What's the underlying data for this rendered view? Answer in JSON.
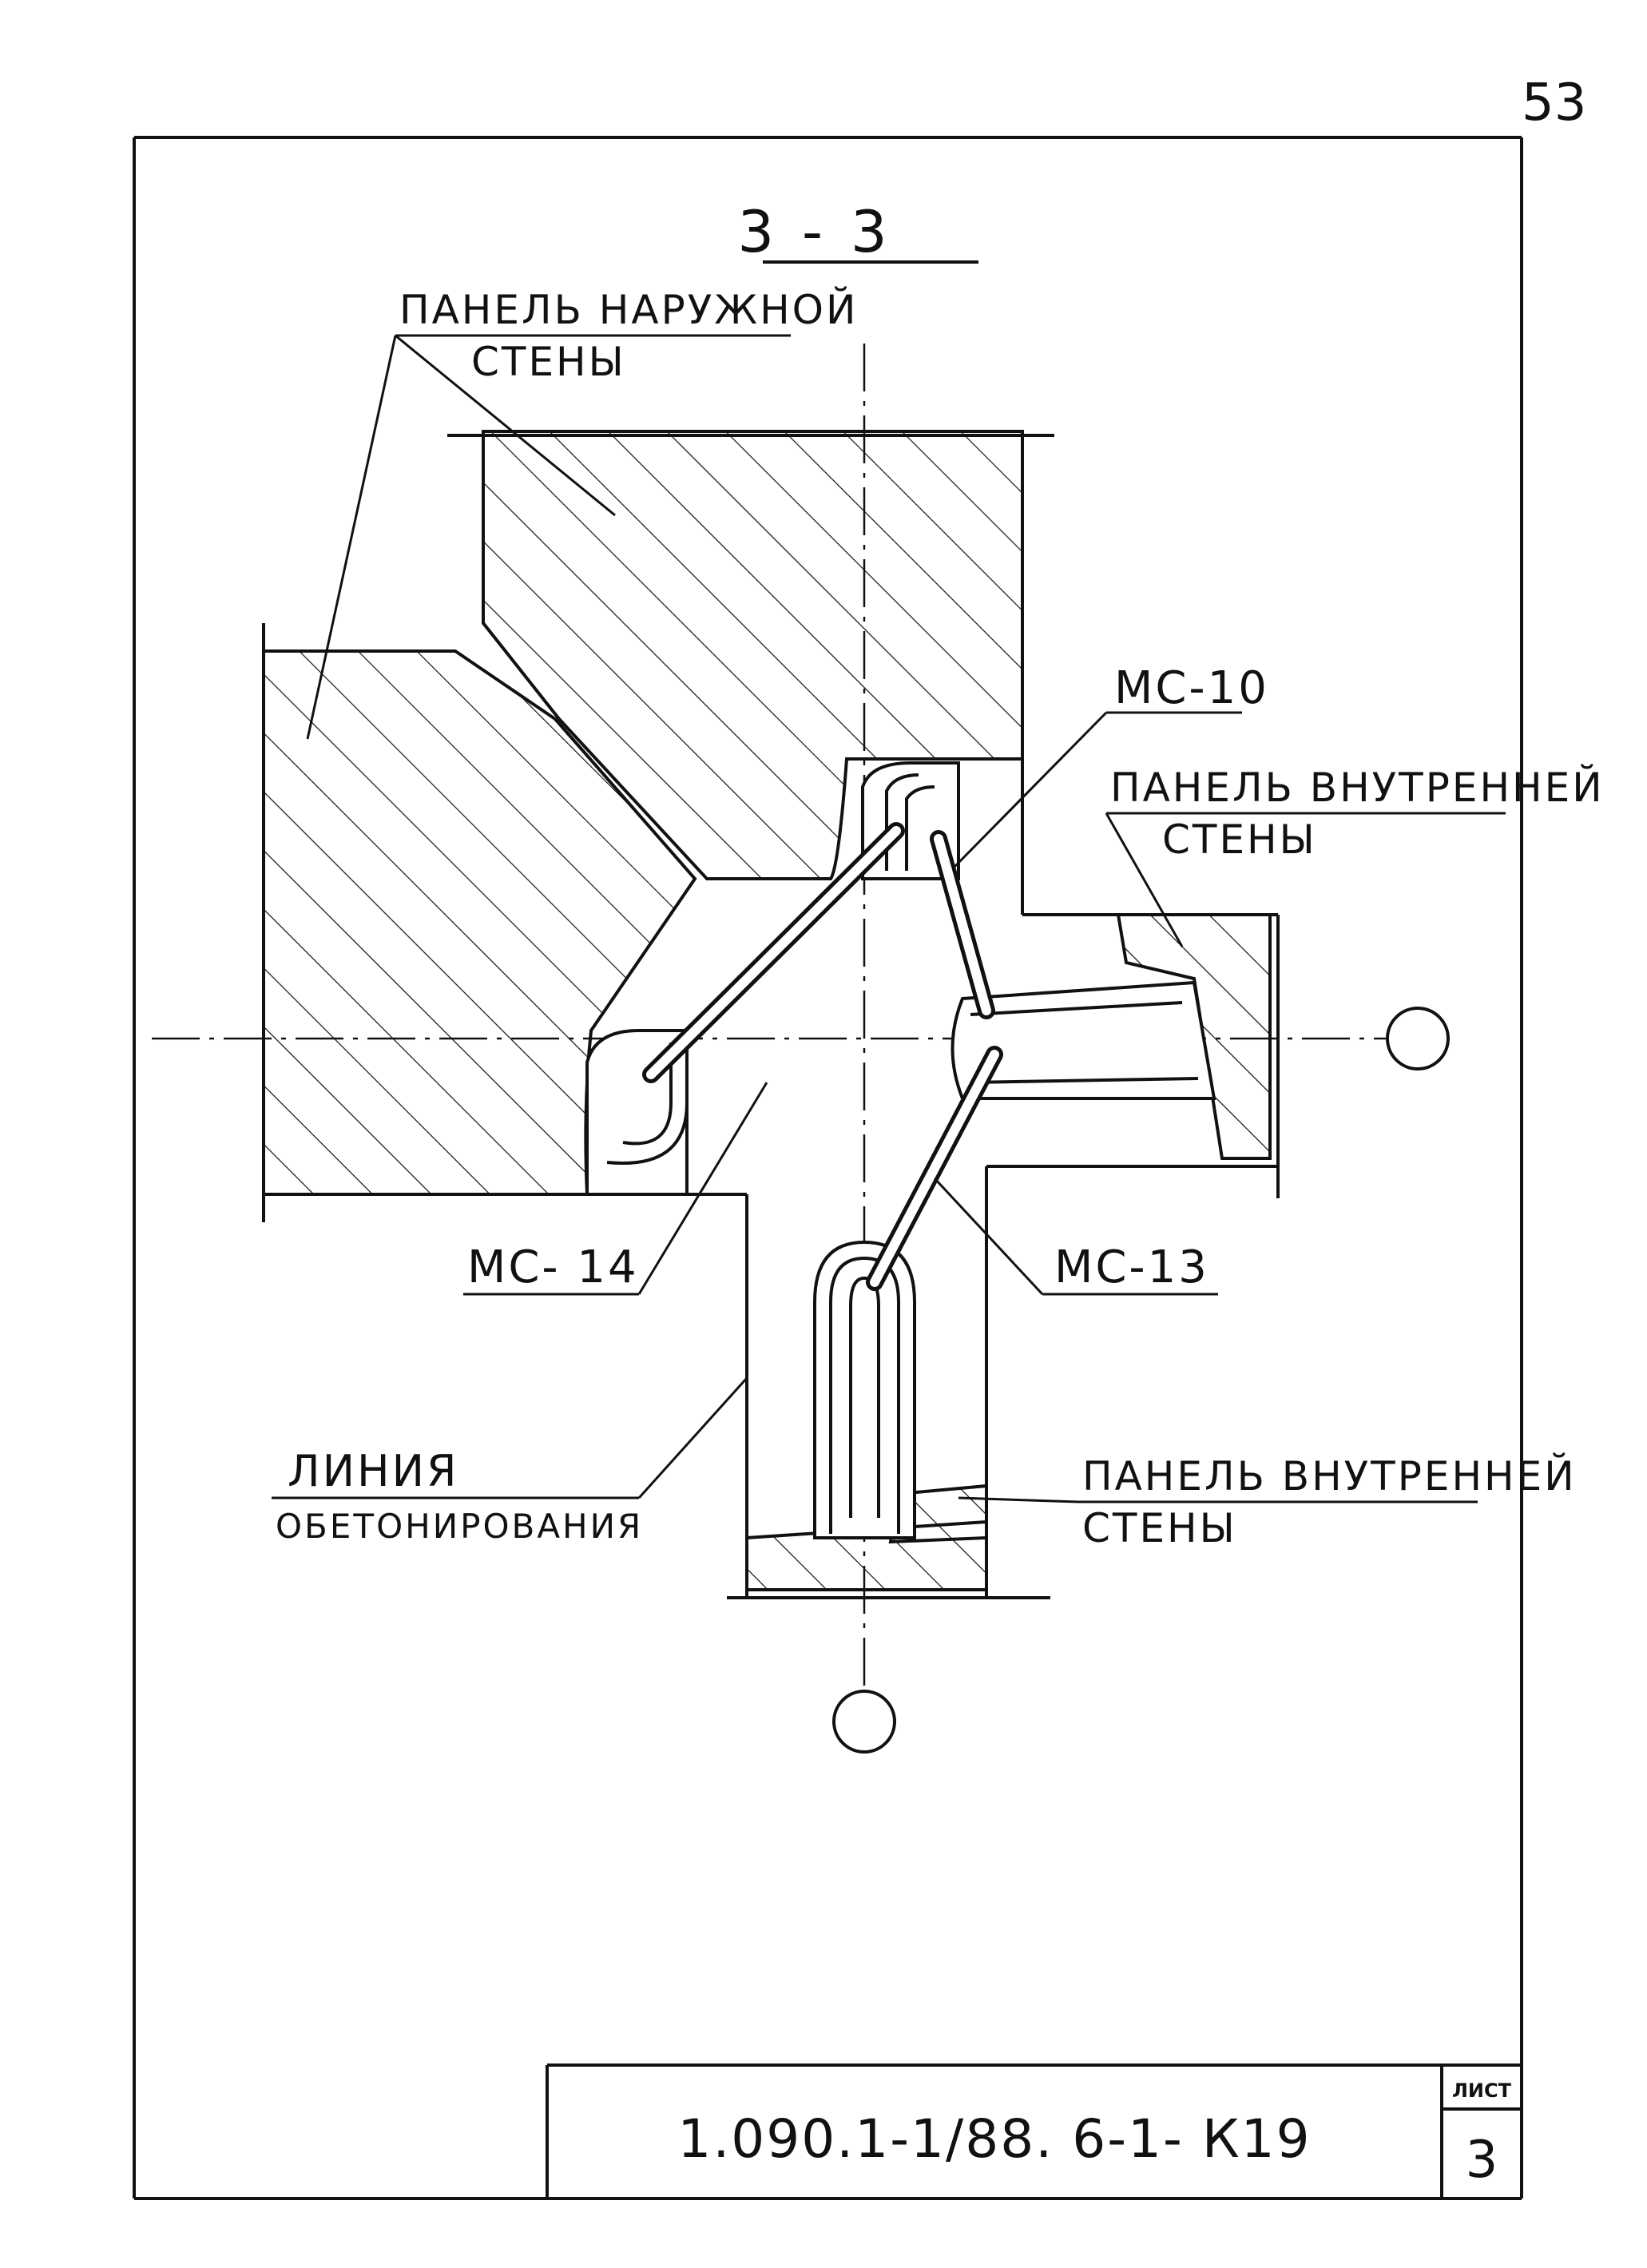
{
  "page_number": "53",
  "section_title": "3 - 3",
  "labels": {
    "outer_wall_panel_line1": "ПАНЕЛЬ НАРУЖНОЙ",
    "outer_wall_panel_line2": "СТЕНЫ",
    "mc10": "МС-10",
    "inner_wall_panel_top_line1": "ПАНЕЛЬ ВНУТРЕННЕЙ",
    "inner_wall_panel_top_line2": "СТЕНЫ",
    "mc14": "МС- 14",
    "mc13": "МС-13",
    "concreting_line_line1": "ЛИНИЯ",
    "concreting_line_line2": "ОБЕТОНИРОВАНИЯ",
    "inner_wall_panel_bottom_line1": "ПАНЕЛЬ ВНУТРЕННЕЙ",
    "inner_wall_panel_bottom_line2": "СТЕНЫ"
  },
  "title_block": {
    "code": "1.090.1-1/88. 6-1- К19",
    "sheet_label": "ЛИСТ",
    "sheet_number": "3"
  },
  "colors": {
    "ink": "#111111",
    "paper": "#ffffff"
  }
}
